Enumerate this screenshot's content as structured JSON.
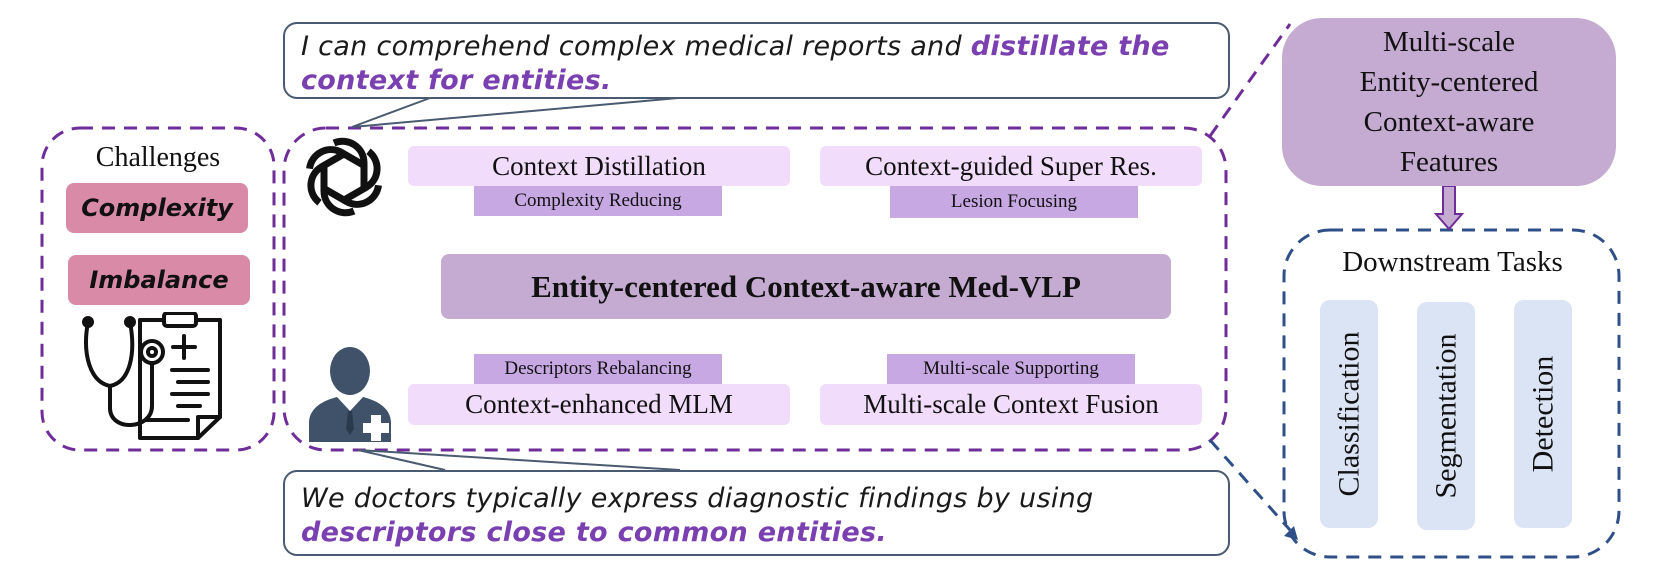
{
  "colors": {
    "accent_purple": "#7a3fb0",
    "dashed_purple": "#6f2d9a",
    "dashed_blue": "#2f4f88",
    "light_pink": "#f1dcfb",
    "sub_purple": "#c7a8e2",
    "main_bar": "#c5abd1",
    "tag_pink": "#d98aa6",
    "feature_box": "#c5abd1",
    "task_blue": "#dbe4f4",
    "icon_dark": "#3f5269"
  },
  "speech_top": {
    "plain": "I can comprehend complex medical reports and ",
    "highlight": "distillate the context for entities."
  },
  "speech_bottom": {
    "plain": "We doctors typically express diagnostic findings by using ",
    "highlight": "descriptors close to common entities."
  },
  "challenges": {
    "title": "Challenges",
    "items": [
      "Complexity",
      "Imbalance"
    ],
    "icon": "medical-report-stethoscope-icon"
  },
  "framework": {
    "ai_icon": "openai-logo-icon",
    "doctor_icon": "doctor-icon",
    "main_title": "Entity-centered Context-aware Med-VLP",
    "modules": [
      {
        "label": "Context Distillation",
        "sub": "Complexity Reducing"
      },
      {
        "label": "Context-guided Super Res.",
        "sub": "Lesion Focusing"
      },
      {
        "label": "Context-enhanced MLM",
        "sub": "Descriptors Rebalancing"
      },
      {
        "label": "Multi-scale Context Fusion",
        "sub": "Multi-scale Supporting"
      }
    ]
  },
  "features": {
    "lines": [
      "Multi-scale",
      "Entity-centered",
      "Context-aware",
      "Features"
    ]
  },
  "downstream": {
    "title": "Downstream Tasks",
    "tasks": [
      "Classification",
      "Segmentation",
      "Detection"
    ]
  }
}
